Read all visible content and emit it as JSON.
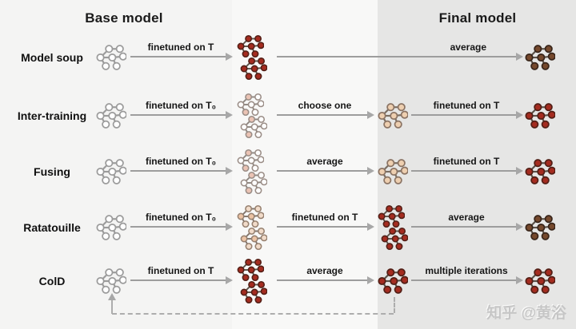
{
  "headers": {
    "base": "Base model",
    "final": "Final model"
  },
  "watermark": {
    "text": "知乎 @黄浴"
  },
  "colors": {
    "band_left": "#f4f4f3",
    "band_mid": "#f8f8f7",
    "band_right": "#e6e6e5",
    "arrow": "#9d9d9d",
    "dashed_loop": "#adadad"
  },
  "icon_styles": {
    "outline": {
      "node": "#ffffff",
      "stroke": "#9b9b9b",
      "edge": "#9b9b9b"
    },
    "light": {
      "node": "#ffffff",
      "stroke": "#9a8d86",
      "edge": "#8e8680",
      "accents": {
        "1": "#eac3b4",
        "5": "#eac3b4"
      }
    },
    "peach": {
      "node": "#f1dbc9",
      "stroke": "#96806f",
      "edge": "#80736a",
      "accents": {
        "0": "#ecc3a4",
        "3": "#ecc3a4"
      }
    },
    "tan": {
      "node": "#eecfb0",
      "stroke": "#8b7464",
      "edge": "#7a6d61"
    },
    "red": {
      "node": "#a42c20",
      "stroke": "#521f16",
      "edge": "#5b5148"
    },
    "brown": {
      "node": "#76492d",
      "stroke": "#38251a",
      "edge": "#5b5148"
    }
  },
  "rows": [
    {
      "label": "Model soup",
      "arrow1": "finetuned on T",
      "arrow2": "average",
      "icons": {
        "base": "outline",
        "stack1": "red",
        "final": "brown"
      }
    },
    {
      "label": "Inter-training",
      "arrow1": "finetuned on T₀",
      "arrow2": "choose one",
      "arrow3": "finetuned on T",
      "icons": {
        "base": "outline",
        "stack1": "light",
        "mid": "tan",
        "final": "red"
      }
    },
    {
      "label": "Fusing",
      "arrow1": "finetuned on T₀",
      "arrow2": "average",
      "arrow3": "finetuned on T",
      "icons": {
        "base": "outline",
        "stack1": "light",
        "mid": "tan",
        "final": "red"
      }
    },
    {
      "label": "Ratatouille",
      "arrow1": "finetuned on T₀",
      "arrow2": "finetuned on T",
      "arrow3": "average",
      "icons": {
        "base": "outline",
        "stack1": "peach",
        "stack2": "red",
        "final": "brown"
      }
    },
    {
      "label": "ColD",
      "arrow1": "finetuned on T",
      "arrow2": "average",
      "arrow3": "multiple iterations",
      "icons": {
        "base": "outline",
        "stack1": "red",
        "mid": "red",
        "final": "red"
      }
    }
  ]
}
